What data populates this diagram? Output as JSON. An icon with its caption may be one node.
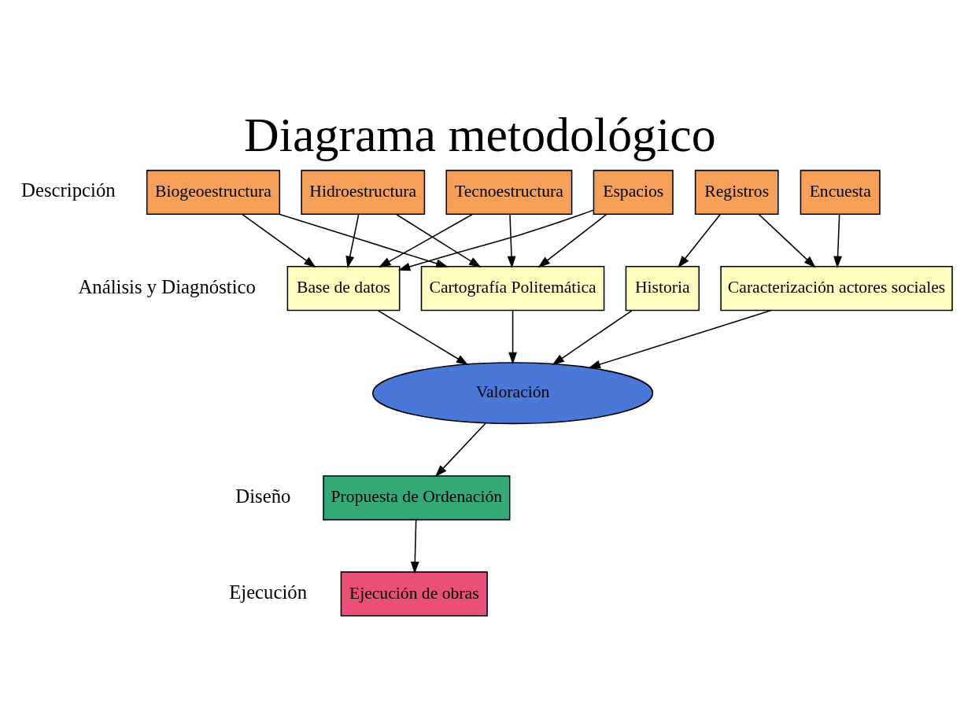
{
  "diagram": {
    "title": "Diagrama metodológico",
    "nodes": [
      {
        "text": [
          "Biogeoestructura"
        ]
      },
      {
        "text": [
          "Hidroestructura"
        ]
      },
      {
        "text": [
          "Tecnoestructura"
        ]
      },
      {
        "text": [
          "Espacios"
        ]
      },
      {
        "text": [
          "Encuesta"
        ]
      },
      {
        "text": [
          "Registros"
        ]
      },
      {
        "text": [
          "Cartografía Politemática"
        ]
      },
      {
        "text": [
          "Base de datos"
        ]
      },
      {
        "text": [
          "Caracterización actores sociales"
        ]
      },
      {
        "text": [
          "Historia"
        ]
      },
      {
        "text": [
          "Valoración"
        ]
      },
      {
        "text": [
          "Propuesta de Ordenación"
        ]
      },
      {
        "text": [
          "Ejecución de obras"
        ]
      }
    ],
    "edges": [
      {
        "from": 0,
        "to": 6,
        "arrow": "to"
      },
      {
        "from": 1,
        "to": 6,
        "arrow": "to"
      },
      {
        "from": 2,
        "to": 6,
        "arrow": "to"
      },
      {
        "from": 3,
        "to": 6,
        "arrow": "to"
      },
      {
        "from": 0,
        "to": 7,
        "arrow": "to"
      },
      {
        "from": 1,
        "to": 7,
        "arrow": "to"
      },
      {
        "from": 2,
        "to": 7,
        "arrow": "to"
      },
      {
        "from": 3,
        "to": 7,
        "arrow": "to"
      },
      {
        "from": 4,
        "to": 8,
        "arrow": "to"
      },
      {
        "from": 5,
        "to": 8,
        "arrow": "to"
      },
      {
        "from": 5,
        "to": 9,
        "arrow": "to"
      },
      {
        "from": 6,
        "to": 10,
        "arrow": "to"
      },
      {
        "from": 7,
        "to": 10,
        "arrow": "to"
      },
      {
        "from": 8,
        "to": 10,
        "arrow": "to"
      },
      {
        "from": 9,
        "to": 10,
        "arrow": "to"
      },
      {
        "from": 10,
        "to": 11,
        "arrow": "to"
      },
      {
        "from": 11,
        "to": 12,
        "arrow": "to"
      }
    ],
    "labels": [
      "Descripción",
      "Análisis y Diagnóstico",
      "Diseño",
      "Ejecución"
    ]
  }
}
